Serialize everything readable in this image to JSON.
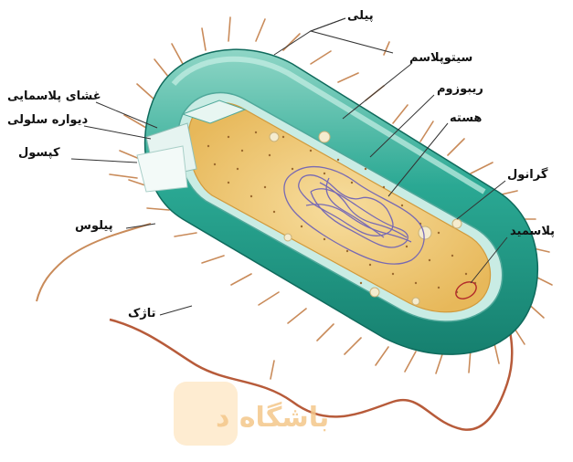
{
  "labels": {
    "pili": "پیلی",
    "cytoplasm": "سیتوپلاسم",
    "ribosome": "ریبوزوم",
    "nucleoid": "هسته",
    "granule": "گرانول",
    "plasmid": "پلاسمید",
    "plasma_membrane": "غشای پلاسمایی",
    "cell_wall": "دیواره سلولی",
    "capsule": "کپسول",
    "pilus": "پیلوس",
    "flagellum": "تاژک"
  },
  "watermark": {
    "text": "باشگاه د"
  },
  "colors": {
    "capsule": "#2aa893",
    "capsule_dark": "#16806f",
    "capsule_light": "#8fd6c6",
    "cytoplasm": "#f2d08a",
    "cytoplasm_edge": "#e7b85a",
    "nucleoid": "#6b5fb8",
    "flagellum": "#b75b3a",
    "pili": "#c98b5a",
    "watermark": "#f4c78a"
  }
}
